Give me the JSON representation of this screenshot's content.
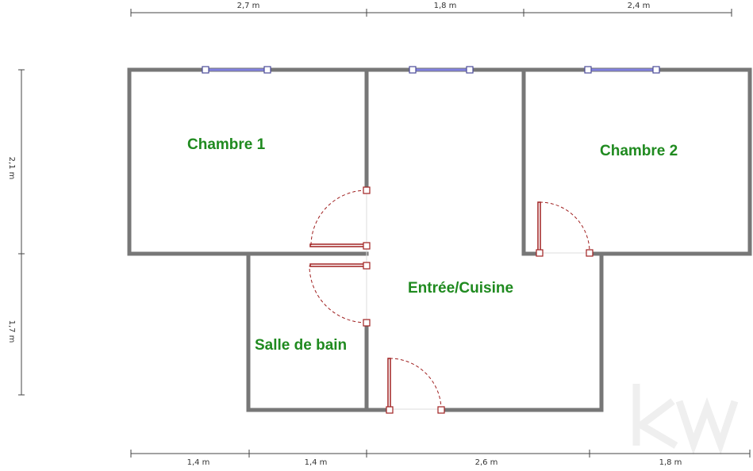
{
  "rooms": {
    "chambre1": "Chambre 1",
    "chambre2": "Chambre 2",
    "entree_cuisine": "Entrée/Cuisine",
    "salle_de_bain": "Salle de bain"
  },
  "dimensions": {
    "top": [
      "2,7 m",
      "1,8 m",
      "2,4 m"
    ],
    "bottom": [
      "1,4 m",
      "1,4 m",
      "2,6 m",
      "1,8 m"
    ],
    "left": [
      "2,1 m",
      "1,7 m"
    ]
  },
  "watermark": "kw",
  "colors": {
    "wall": "#777777",
    "room_label": "#1f8a1f",
    "door": "#a02020",
    "window": "#8080e0"
  }
}
